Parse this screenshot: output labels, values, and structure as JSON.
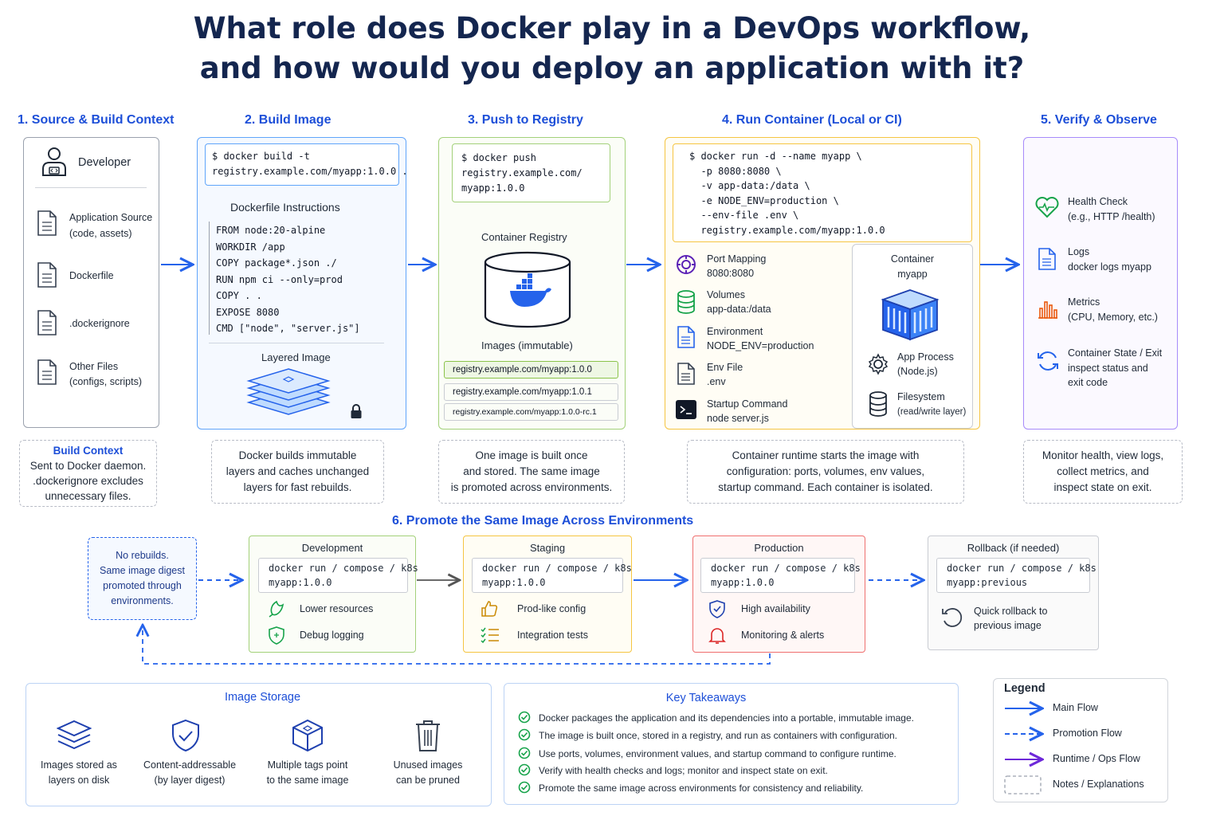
{
  "title": {
    "line1": "What role does Docker play in a DevOps workflow,",
    "line2": "and how would you deploy an application with it?"
  },
  "sections": {
    "s1": "1. Source & Build Context",
    "s2": "2. Build Image",
    "s3": "3. Push to Registry",
    "s4": "4. Run Container (Local or CI)",
    "s5": "5. Verify & Observe",
    "s6": "6. Promote the Same Image Across Environments"
  },
  "source": {
    "developer": "Developer",
    "items": [
      {
        "line1": "Application Source",
        "line2": "(code, assets)"
      },
      {
        "line1": "Dockerfile",
        "line2": ""
      },
      {
        "line1": ".dockerignore",
        "line2": ""
      },
      {
        "line1": "Other Files",
        "line2": "(configs, scripts)"
      }
    ],
    "note": {
      "title": "Build Context",
      "lines": [
        "Sent to Docker daemon.",
        ".dockerignore excludes",
        "unnecessary files."
      ]
    }
  },
  "build": {
    "command": "$ docker build -t\nregistry.example.com/myapp:1.0.0 .",
    "dockerfile_title": "Dockerfile Instructions",
    "dockerfile": "FROM node:20-alpine\nWORKDIR /app\nCOPY package*.json ./\nRUN npm ci --only=prod\nCOPY . .\nEXPOSE 8080\nCMD [\"node\", \"server.js\"]",
    "layered_label": "Layered Image",
    "note": [
      "Docker builds immutable",
      "layers and caches unchanged",
      "layers for fast rebuilds."
    ]
  },
  "registry": {
    "command": "$ docker push\nregistry.example.com/\nmyapp:1.0.0",
    "label": "Container Registry",
    "images_label": "Images (immutable)",
    "tags": [
      "registry.example.com/myapp:1.0.0",
      "registry.example.com/myapp:1.0.1",
      "registry.example.com/myapp:1.0.0-rc.1"
    ],
    "note": [
      "One image is built once",
      "and stored. The same image",
      "is promoted across environments."
    ]
  },
  "run": {
    "command": "$ docker run -d --name myapp \\\n  -p 8080:8080 \\\n  -v app-data:/data \\\n  -e NODE_ENV=production \\\n  --env-file .env \\\n  registry.example.com/myapp:1.0.0",
    "config": [
      {
        "label": "Port Mapping",
        "value": "8080:8080",
        "icon": "globe-icon"
      },
      {
        "label": "Volumes",
        "value": "app-data:/data",
        "icon": "database-icon"
      },
      {
        "label": "Environment",
        "value": "NODE_ENV=production",
        "icon": "document-icon"
      },
      {
        "label": "Env File",
        "value": ".env",
        "icon": "file-icon"
      },
      {
        "label": "Startup Command",
        "value": "node server.js",
        "icon": "terminal-icon"
      }
    ],
    "container_label": "Container",
    "container_name": "myapp",
    "process_label": "App Process",
    "process_value": "(Node.js)",
    "fs_label": "Filesystem",
    "fs_value": "(read/write layer)",
    "note": [
      "Container runtime starts the image with",
      "configuration: ports, volumes, env values,",
      "startup command. Each container is isolated."
    ]
  },
  "verify": {
    "items": [
      {
        "label": "Health Check",
        "line2": "(e.g., HTTP /health)",
        "line3": ""
      },
      {
        "label": "Logs",
        "line2": "docker logs myapp",
        "line3": ""
      },
      {
        "label": "Metrics",
        "line2": "(CPU, Memory, etc.)",
        "line3": ""
      },
      {
        "label": "Container State / Exit",
        "line2": "inspect status and",
        "line3": "exit code"
      }
    ],
    "note": [
      "Monitor health, view logs,",
      "collect metrics, and",
      "inspect state on exit."
    ]
  },
  "promote": {
    "note": [
      "No rebuilds.",
      "Same image digest",
      "promoted through",
      "environments."
    ],
    "envs": [
      {
        "name": "Development",
        "command": "docker run / compose / k8s\nmyapp:1.0.0",
        "f1": "Lower resources",
        "f2": "Debug logging",
        "color": "#8bc34a"
      },
      {
        "name": "Staging",
        "command": "docker run / compose / k8s\nmyapp:1.0.0",
        "f1": "Prod-like config",
        "f2": "Integration tests",
        "color": "#f5c542"
      },
      {
        "name": "Production",
        "command": "docker run / compose / k8s\nmyapp:1.0.0",
        "f1": "High availability",
        "f2": "Monitoring & alerts",
        "color": "#ef5350"
      },
      {
        "name": "Rollback (if needed)",
        "command": "docker run / compose / k8s\nmyapp:previous",
        "f1": "Quick rollback to",
        "f2": "previous image",
        "color": "#bdbdbd"
      }
    ]
  },
  "storage": {
    "title": "Image Storage",
    "items": [
      {
        "line1": "Images stored as",
        "line2": "layers on disk"
      },
      {
        "line1": "Content-addressable",
        "line2": "(by layer digest)"
      },
      {
        "line1": "Multiple tags point",
        "line2": "to the same image"
      },
      {
        "line1": "Unused images",
        "line2": "can be pruned"
      }
    ]
  },
  "takeaways": {
    "title": "Key Takeaways",
    "items": [
      "Docker packages the application and its dependencies into a portable, immutable image.",
      "The image is built once, stored in a registry, and run as containers with configuration.",
      "Use ports, volumes, environment values, and startup command to configure runtime.",
      "Verify with health checks and logs; monitor and inspect state on exit.",
      "Promote the same image across environments for consistency and reliability."
    ]
  },
  "legend": {
    "title": "Legend",
    "items": [
      "Main Flow",
      "Promotion Flow",
      "Runtime / Ops Flow",
      "Notes / Explanations"
    ]
  },
  "colors": {
    "title": "#14264f",
    "section": "#1d4fd8",
    "build": "#3b82f6",
    "registry": "#8bc34a",
    "run": "#f5c542",
    "verify": "#8b5cf6",
    "flow": "#2563eb"
  }
}
